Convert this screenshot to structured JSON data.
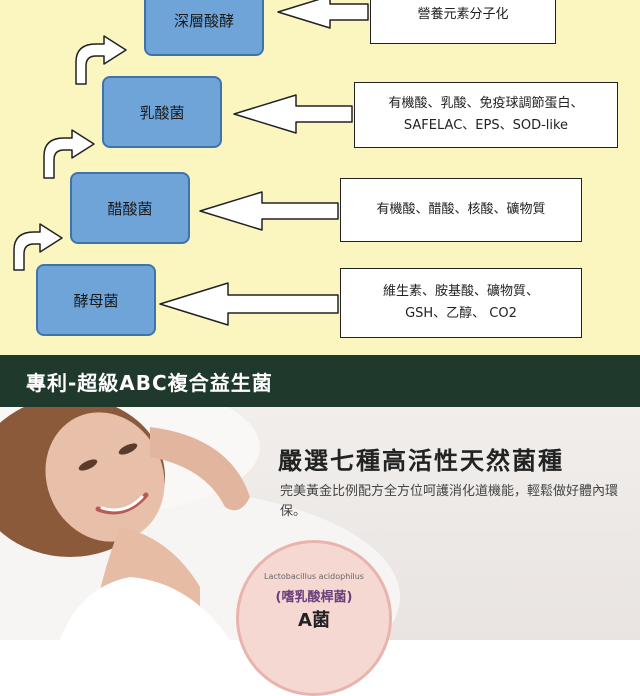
{
  "flow": {
    "nodes": [
      {
        "label": "深層酸酵"
      },
      {
        "label": "乳酸菌"
      },
      {
        "label": "醋酸菌"
      },
      {
        "label": "酵母菌"
      }
    ],
    "notes": [
      {
        "lines": [
          "營養元素分子化"
        ]
      },
      {
        "lines": [
          "有機酸、乳酸、免疫球調節蛋白、",
          "SAFELAC、EPS、SOD-like"
        ]
      },
      {
        "lines": [
          "有機酸、醋酸、核酸、礦物質"
        ]
      },
      {
        "lines": [
          "維生素、胺基酸、礦物質、",
          "GSH、乙醇、 CO2"
        ]
      }
    ]
  },
  "banner": {
    "title": "專利-超級ABC複合益生菌"
  },
  "section": {
    "headline": "嚴選七種高活性天然菌種",
    "description": "完美黃金比例配方全方位呵護消化道機能，輕鬆做好體內環保。"
  },
  "bubble": {
    "latin": "Lactobacillus acidophilus",
    "chinese": "(嗜乳酸桿菌)",
    "label": "A菌"
  },
  "colors": {
    "background_top": "#fbf6c0",
    "node_fill": "#6fa4d8",
    "banner": "#1f3a2c"
  }
}
